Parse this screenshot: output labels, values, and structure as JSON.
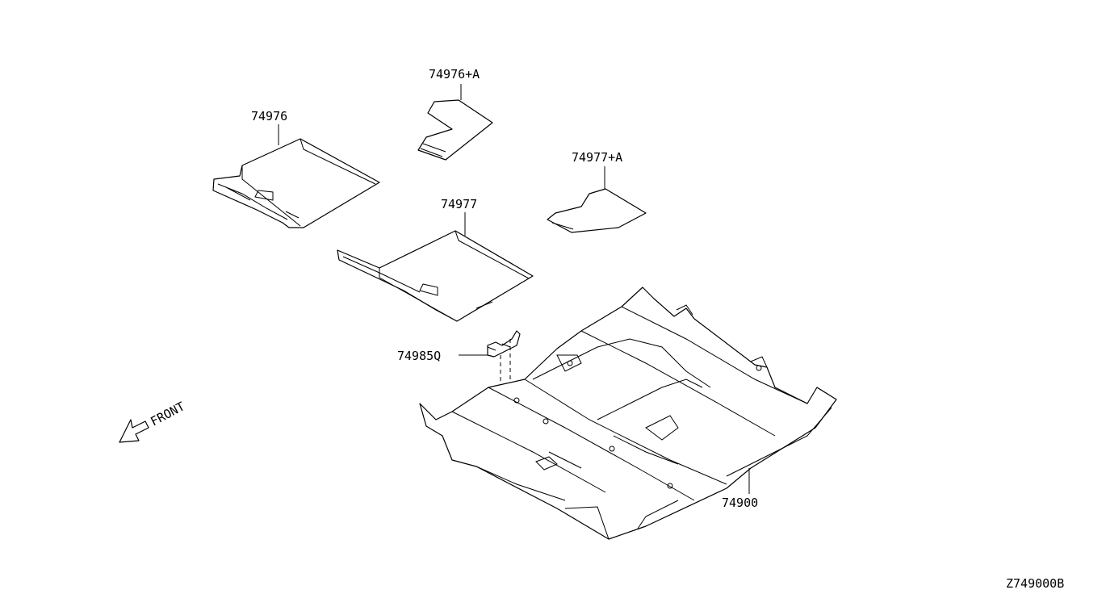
{
  "diagram": {
    "drawing_code": "Z749000B",
    "front_label": "FRONT",
    "callouts": [
      {
        "id": "c1",
        "label": "74976+A"
      },
      {
        "id": "c2",
        "label": "74976"
      },
      {
        "id": "c3",
        "label": "74977+A"
      },
      {
        "id": "c4",
        "label": "74977"
      },
      {
        "id": "c5",
        "label": "74985Q"
      },
      {
        "id": "c6",
        "label": "74900"
      }
    ]
  }
}
